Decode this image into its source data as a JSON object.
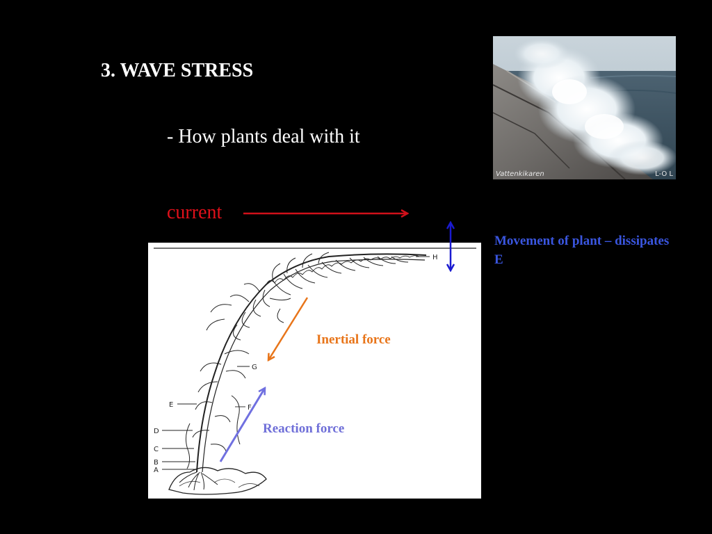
{
  "slide": {
    "title": "3. WAVE STRESS",
    "subtitle": "- How plants deal with it",
    "current_label": "current",
    "movement_label": "Movement of plant – dissipates E",
    "inertial_label": "Inertial force",
    "reaction_label": "Reaction force"
  },
  "photo": {
    "credit_left": "Vattenkikaren",
    "credit_right": "L-O L"
  },
  "diagram": {
    "letters": [
      "H",
      "G",
      "F",
      "E",
      "D",
      "C",
      "B",
      "A"
    ]
  },
  "colors": {
    "current_arrow": "#d0101a",
    "movement_arrow": "#1a1ad0",
    "inertial_arrow": "#e8751a",
    "reaction_arrow": "#7070e0",
    "movement_text": "#3a56e0"
  }
}
